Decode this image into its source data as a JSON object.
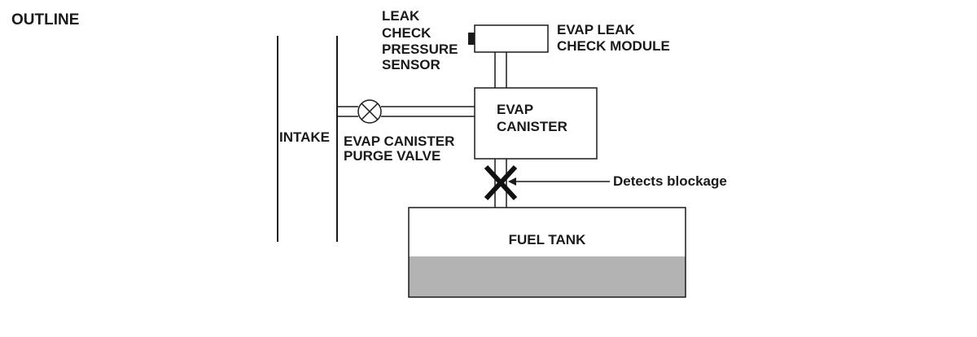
{
  "section_title": "OUTLINE",
  "labels": {
    "leak_check_sensor": [
      "LEAK",
      "CHECK",
      "PRESSURE",
      "SENSOR"
    ],
    "evap_leak_check_module": [
      "EVAP LEAK",
      "CHECK MODULE"
    ],
    "intake": "INTAKE",
    "evap_canister_purge_valve": [
      "EVAP CANISTER",
      "PURGE VALVE"
    ],
    "evap_canister": [
      "EVAP",
      "CANISTER"
    ],
    "detects_blockage": "Detects blockage",
    "fuel_tank": "FUEL TANK"
  },
  "colors": {
    "line": "#1a1a1a",
    "fuel": "#b3b3b3",
    "blockage_mark": "#111111"
  }
}
